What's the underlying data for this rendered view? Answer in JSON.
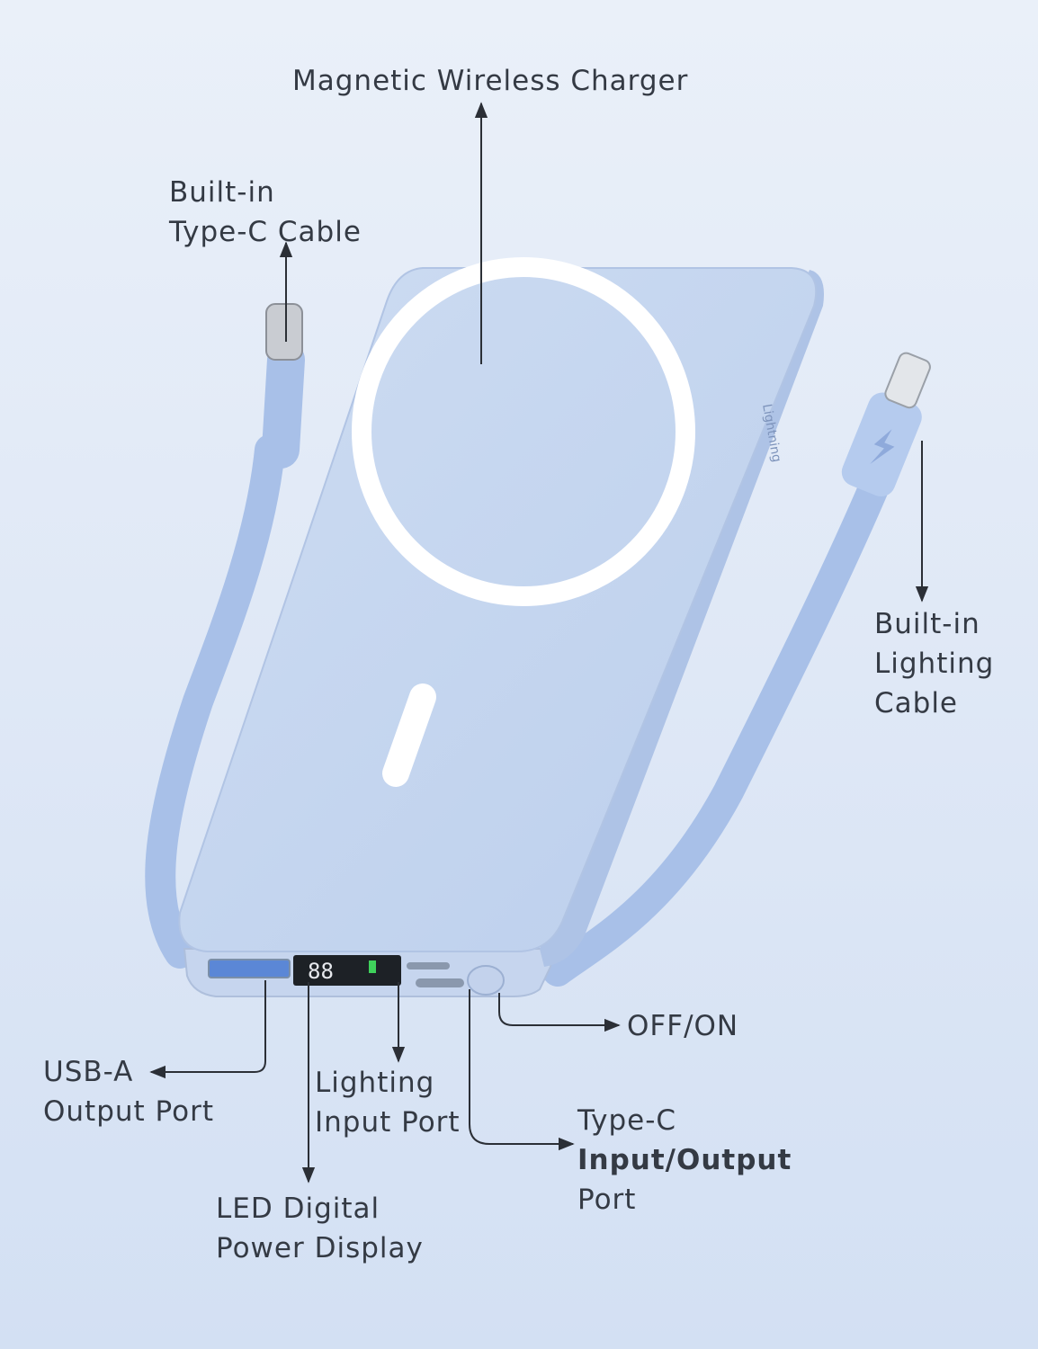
{
  "labels": {
    "magnetic": "Magnetic Wireless Charger",
    "typec_cable": [
      "Built-in",
      "Type-C Cable"
    ],
    "lightning_cable": [
      "Built-in",
      "Lighting",
      "Cable"
    ],
    "offon": "OFF/ON",
    "usba": [
      "USB-A",
      "Output Port"
    ],
    "lightning_input": [
      "Lighting",
      "Input Port"
    ],
    "typec_port": [
      "Type-C",
      "Input/Output",
      "Port"
    ],
    "led": [
      "LED Digital",
      "Power Display"
    ]
  },
  "device": {
    "led_readout": "88",
    "cable_print": "Lightning"
  },
  "colors": {
    "body": "#c3d4ee",
    "body_shade": "#a9bfe3",
    "ring": "#ffffff",
    "cable": "#a8c0e8",
    "line": "#2b2f36"
  }
}
